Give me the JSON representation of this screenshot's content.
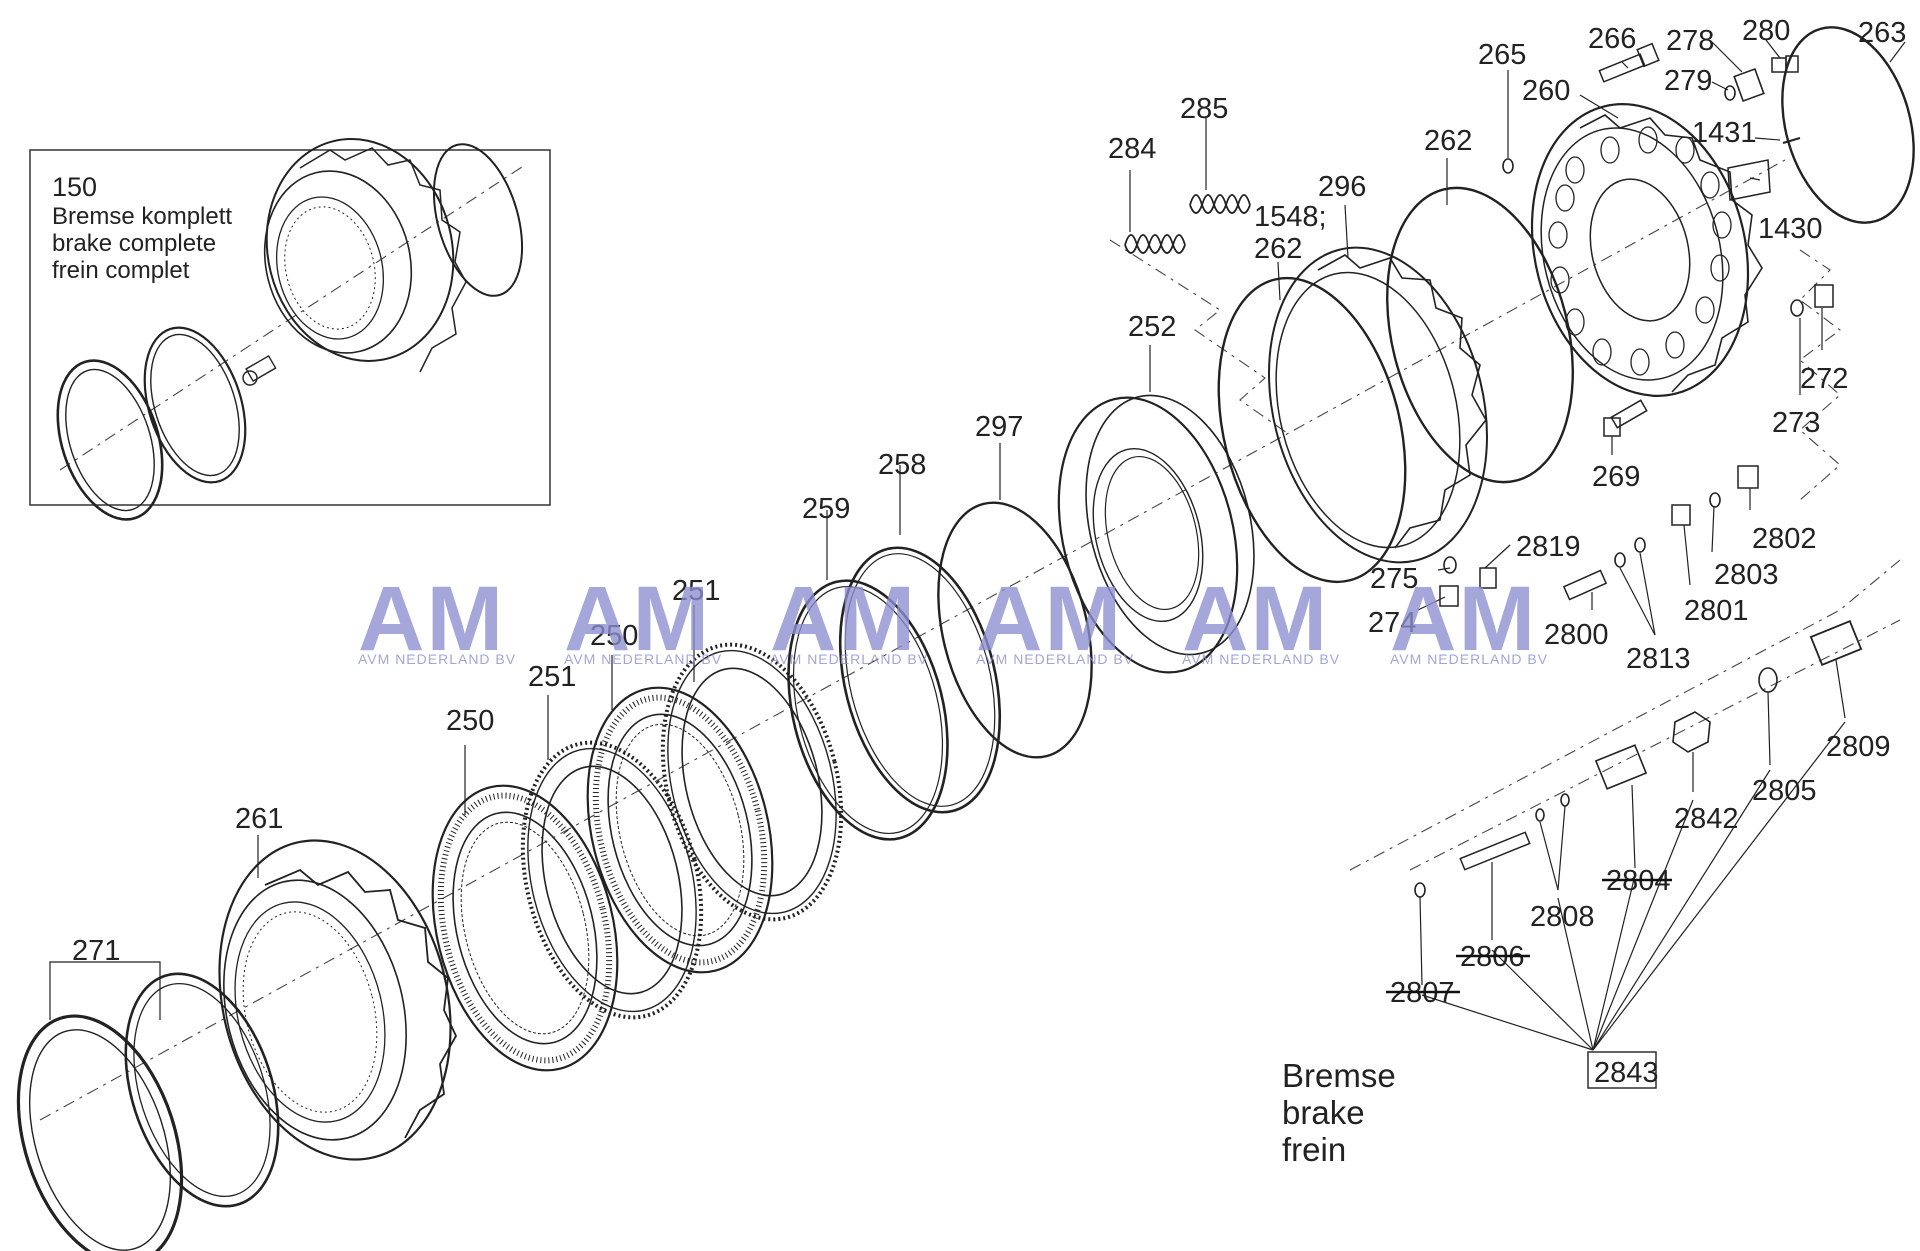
{
  "inset": {
    "number": "150",
    "lines": [
      "Bremse komplett",
      "brake complete",
      "frein complet"
    ]
  },
  "legend": {
    "lines": [
      "Bremse",
      "brake",
      "frein"
    ]
  },
  "callouts": [
    {
      "id": "c266",
      "text": "266"
    },
    {
      "id": "c278",
      "text": "278"
    },
    {
      "id": "c280",
      "text": "280"
    },
    {
      "id": "c263",
      "text": "263"
    },
    {
      "id": "c265",
      "text": "265"
    },
    {
      "id": "c260",
      "text": "260"
    },
    {
      "id": "c279",
      "text": "279"
    },
    {
      "id": "c285",
      "text": "285"
    },
    {
      "id": "c284",
      "text": "284"
    },
    {
      "id": "c262a",
      "text": "262"
    },
    {
      "id": "c1431",
      "text": "1431"
    },
    {
      "id": "c296",
      "text": "296"
    },
    {
      "id": "c1548",
      "text": "1548;"
    },
    {
      "id": "c262b",
      "text": "262"
    },
    {
      "id": "c1430",
      "text": "1430"
    },
    {
      "id": "c252",
      "text": "252"
    },
    {
      "id": "c272",
      "text": "272"
    },
    {
      "id": "c273",
      "text": "273"
    },
    {
      "id": "c297",
      "text": "297"
    },
    {
      "id": "c258",
      "text": "258"
    },
    {
      "id": "c269",
      "text": "269"
    },
    {
      "id": "c259",
      "text": "259"
    },
    {
      "id": "c2802",
      "text": "2802"
    },
    {
      "id": "c2819",
      "text": "2819"
    },
    {
      "id": "c275",
      "text": "275"
    },
    {
      "id": "c2803",
      "text": "2803"
    },
    {
      "id": "c251a",
      "text": "251"
    },
    {
      "id": "c2801",
      "text": "2801"
    },
    {
      "id": "c274",
      "text": "274"
    },
    {
      "id": "c250a",
      "text": "250"
    },
    {
      "id": "c2800",
      "text": "2800"
    },
    {
      "id": "c2813",
      "text": "2813"
    },
    {
      "id": "c251b",
      "text": "251"
    },
    {
      "id": "c250b",
      "text": "250"
    },
    {
      "id": "c2809",
      "text": "2809"
    },
    {
      "id": "c2805",
      "text": "2805"
    },
    {
      "id": "c261",
      "text": "261"
    },
    {
      "id": "c2842",
      "text": "2842"
    },
    {
      "id": "c2804",
      "text": "2804"
    },
    {
      "id": "c2808",
      "text": "2808"
    },
    {
      "id": "c271",
      "text": "271"
    },
    {
      "id": "c2806",
      "text": "2806"
    },
    {
      "id": "c2807",
      "text": "2807"
    },
    {
      "id": "c2843",
      "text": "2843"
    }
  ],
  "watermark": {
    "logo": "AM",
    "caption": "AVM NEDERLAND BV"
  }
}
